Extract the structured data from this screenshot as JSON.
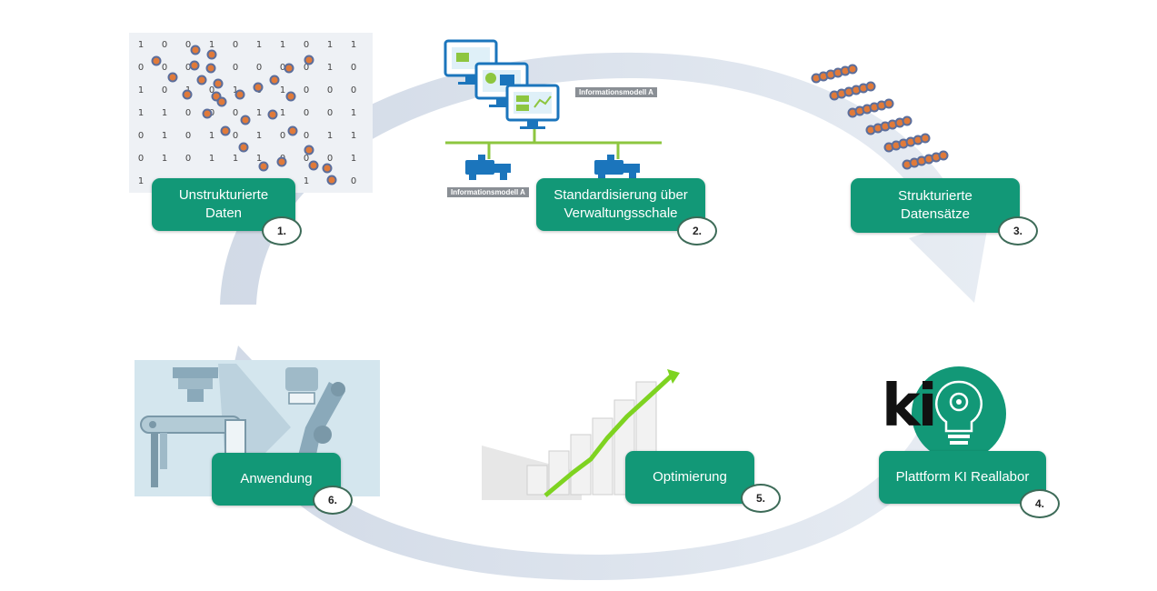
{
  "steps": [
    {
      "label": "Unstrukturierte\nDaten",
      "number": "1."
    },
    {
      "label": "Standardisierung über\nVerwaltungsschale",
      "number": "2."
    },
    {
      "label": "Strukturierte\nDatensätze",
      "number": "3."
    },
    {
      "label": "Plattform KI Reallabor",
      "number": "4."
    },
    {
      "label": "Optimierung",
      "number": "5."
    },
    {
      "label": "Anwendung",
      "number": "6."
    }
  ],
  "binary_grid": [
    [
      "1",
      "0",
      "0",
      "1",
      "0",
      "1",
      "1",
      "0",
      "1",
      "1"
    ],
    [
      "0",
      "0",
      "0",
      "0",
      "0",
      "0",
      "0",
      "0",
      "1",
      "0"
    ],
    [
      "1",
      "0",
      "1",
      "0",
      "1",
      "0",
      "1",
      "0",
      "0",
      "0"
    ],
    [
      "1",
      "1",
      "0",
      "0",
      "0",
      "1",
      "1",
      "0",
      "0",
      "1"
    ],
    [
      "0",
      "1",
      "0",
      "1",
      "0",
      "1",
      "0",
      "0",
      "1",
      "1"
    ],
    [
      "0",
      "1",
      "0",
      "1",
      "1",
      "1",
      "0",
      "0",
      "0",
      "1"
    ],
    [
      "1",
      "",
      "",
      "",
      "",
      "",
      "",
      "1",
      "0",
      "0"
    ]
  ],
  "info_model_labels": [
    "Informationsmodell A",
    "Informationsmodell A"
  ],
  "ki_logo_text": "ki",
  "colors": {
    "accent": "#129877",
    "arrow": "#d3dbe7",
    "dot_fill": "#e07a3a",
    "dot_ring": "#5b6e9c"
  }
}
